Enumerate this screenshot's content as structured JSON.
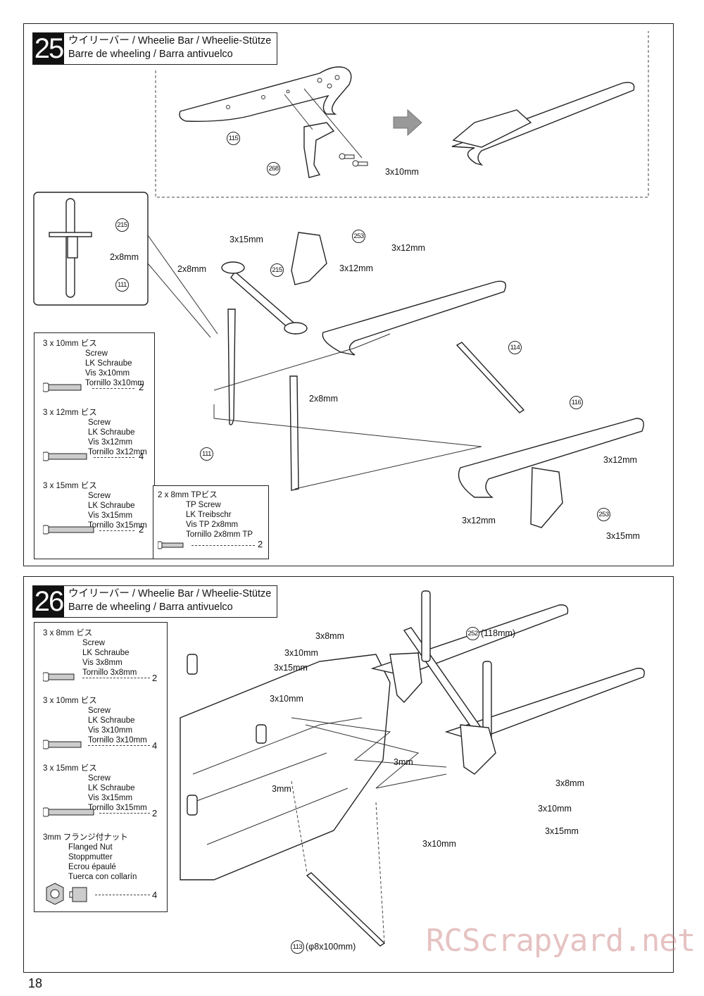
{
  "page_number": "18",
  "watermark": "RCScrapyard.net",
  "step25": {
    "number": "25",
    "title_line1": "ウイリーバー / Wheelie Bar / Wheelie-Stütze",
    "title_line2": "Barre de wheeling / Barra antivuelco",
    "labels": {
      "p115": "115",
      "p268": "268",
      "screw_a": "3x10mm",
      "p215_detail": "215",
      "p111_detail": "111",
      "screw_detail": "2x8mm",
      "s1": "3x15mm",
      "p253a": "253",
      "s2": "3x12mm",
      "s3": "3x12mm",
      "s4": "2x8mm",
      "p215": "215",
      "p114": "114",
      "s5": "2x8mm",
      "p116": "116",
      "p111": "111",
      "s6": "3x12mm",
      "s7": "3x12mm",
      "p253b": "253",
      "s8": "3x15mm"
    },
    "legend": [
      {
        "size": "3 x 10mm",
        "jp": "ビス",
        "names": [
          "Screw",
          "LK Schraube",
          "Vis 3x10mm",
          "Tornillo 3x10mm"
        ],
        "qty": "2"
      },
      {
        "size": "3 x 12mm",
        "jp": "ビス",
        "names": [
          "Screw",
          "LK Schraube",
          "Vis 3x12mm",
          "Tornillo 3x12mm"
        ],
        "qty": "4"
      },
      {
        "size": "3 x 15mm",
        "jp": "ビス",
        "names": [
          "Screw",
          "LK Schraube",
          "Vis 3x15mm",
          "Tornillo 3x15mm"
        ],
        "qty": "2"
      }
    ],
    "legend_tp": {
      "size": "2 x 8mm",
      "jp": "TPビス",
      "names": [
        "TP Screw",
        "LK Treibschr",
        "Vis TP 2x8mm",
        "Tornillo 2x8mm TP"
      ],
      "qty": "2"
    }
  },
  "step26": {
    "number": "26",
    "title_line1": "ウイリーバー / Wheelie Bar / Wheelie-Stütze",
    "title_line2": "Barre de wheeling / Barra antivuelco",
    "labels": {
      "s1": "3x8mm",
      "s2": "3x10mm",
      "s3": "3x15mm",
      "s4": "3x10mm",
      "p252": "252",
      "p252_len": "(118mm)",
      "n1": "3mm",
      "n2": "3mm",
      "s5": "3x8mm",
      "s6": "3x10mm",
      "s7": "3x15mm",
      "s8": "3x10mm",
      "p113": "113",
      "p113_len": "(φ8x100mm)"
    },
    "legend": [
      {
        "size": "3 x 8mm",
        "jp": "ビス",
        "names": [
          "Screw",
          "LK Schraube",
          "Vis 3x8mm",
          "Tornillo 3x8mm"
        ],
        "qty": "2"
      },
      {
        "size": "3 x 10mm",
        "jp": "ビス",
        "names": [
          "Screw",
          "LK Schraube",
          "Vis 3x10mm",
          "Tornillo 3x10mm"
        ],
        "qty": "4"
      },
      {
        "size": "3 x 15mm",
        "jp": "ビス",
        "names": [
          "Screw",
          "LK Schraube",
          "Vis 3x15mm",
          "Tornillo 3x15mm"
        ],
        "qty": "2"
      },
      {
        "size": "3mm",
        "jp": "フランジ付ナット",
        "names": [
          "Flanged Nut",
          "Stoppmutter",
          "Ecrou épaulé",
          "Tuerca con collarín"
        ],
        "qty": "4"
      }
    ]
  }
}
